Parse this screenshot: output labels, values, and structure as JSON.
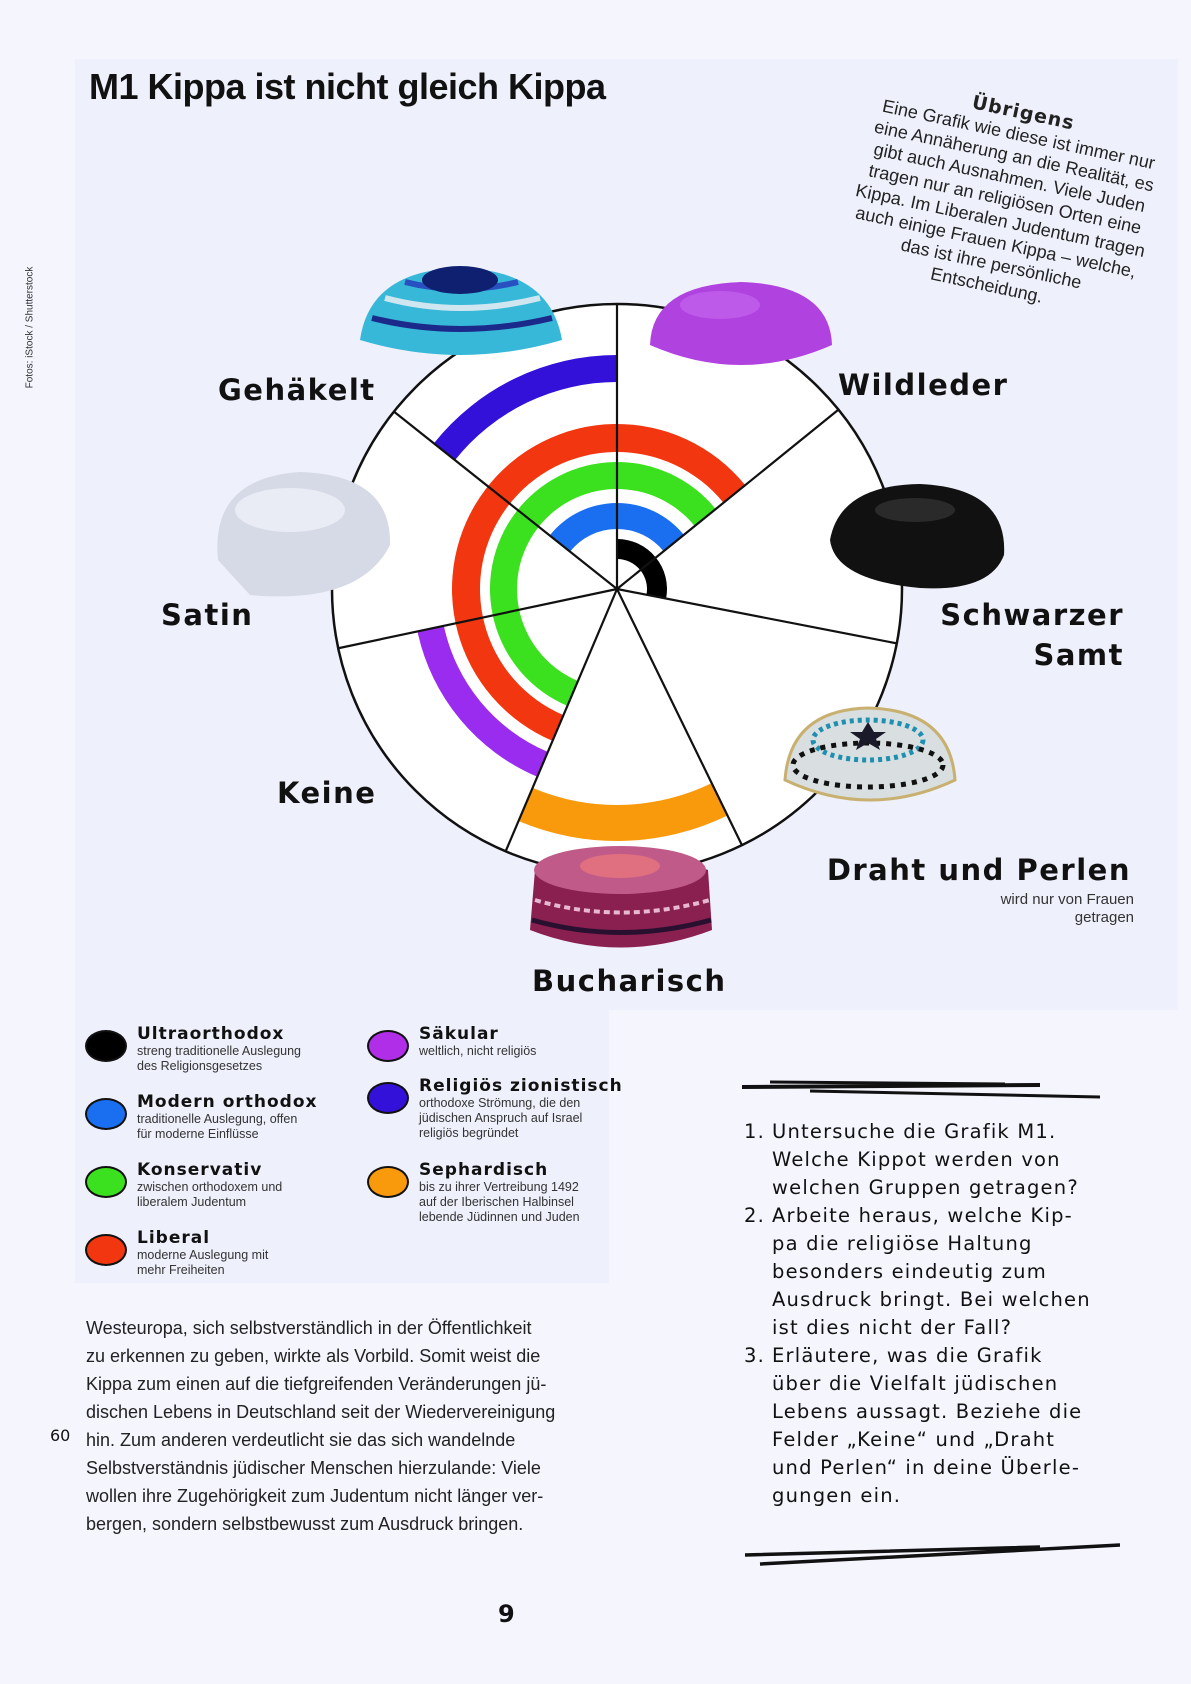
{
  "title": "M1 Kippa ist nicht gleich Kippa",
  "photo_credit": "Fotos: iStock / Shutterstock",
  "note": {
    "heading": "Übrigens",
    "text": "Eine Grafik wie diese ist immer nur eine Annäherung an die Realität, es gibt auch Ausnahmen. Viele Juden tragen nur an religiösen Orten eine Kippa. Im Liberalen Judentum tragen auch einige Frauen Kippa – welche, das ist ihre persönliche Entscheidung."
  },
  "kippa_types": {
    "gehaekelt": "Gehäkelt",
    "wildleder": "Wildleder",
    "satin": "Satin",
    "schwarzer_samt_1": "Schwarzer",
    "schwarzer_samt_2": "Samt",
    "keine": "Keine",
    "draht": "Draht und Perlen",
    "draht_sub_1": "wird nur von Frauen",
    "draht_sub_2": "getragen",
    "bucharisch": "Bucharisch"
  },
  "wheel": {
    "sectors": [
      "Schwarzer Samt",
      "Wildleder",
      "Gehäkelt",
      "Satin",
      "Keine",
      "Bucharisch",
      "Draht und Perlen"
    ],
    "rings": [
      {
        "group": "Ultraorthodox",
        "color": "#000000",
        "sectors": [
          "Schwarzer Samt",
          "Wildleder"
        ]
      },
      {
        "group": "Modern orthodox",
        "color": "#1a6ff0",
        "sectors": [
          "Wildleder",
          "Gehäkelt"
        ]
      },
      {
        "group": "Konservativ",
        "color": "#3be01e",
        "sectors": [
          "Wildleder",
          "Gehäkelt",
          "Satin",
          "Keine"
        ]
      },
      {
        "group": "Liberal",
        "color": "#f2360f",
        "sectors": [
          "Wildleder",
          "Gehäkelt",
          "Satin",
          "Keine"
        ]
      },
      {
        "group": "Säkular",
        "color": "#9a2cf0",
        "sectors": [
          "Keine"
        ]
      },
      {
        "group": "Religiös zionistisch",
        "color": "#3311d8",
        "sectors": [
          "Gehäkelt"
        ]
      },
      {
        "group": "Sephardisch",
        "color": "#f89a0c",
        "sectors": [
          "Bucharisch"
        ]
      }
    ]
  },
  "legend": [
    {
      "title": "Ultraorthodox",
      "desc": [
        "streng traditionelle Auslegung",
        "des Religionsgesetzes"
      ],
      "color": "#000000"
    },
    {
      "title": "Modern orthodox",
      "desc": [
        "traditionelle Auslegung, offen",
        "für moderne Einflüsse"
      ],
      "color": "#1a6ff0"
    },
    {
      "title": "Konservativ",
      "desc": [
        "zwischen orthodoxem und",
        "liberalem Judentum"
      ],
      "color": "#3be01e"
    },
    {
      "title": "Liberal",
      "desc": [
        "moderne Auslegung mit",
        "mehr Freiheiten"
      ],
      "color": "#f2360f"
    },
    {
      "title": "Säkular",
      "desc": [
        "weltlich, nicht religiös"
      ],
      "color": "#b02ee8"
    },
    {
      "title": "Religiös zionistisch",
      "desc": [
        "orthodoxe Strömung, die den",
        "jüdischen Anspruch auf Israel",
        "religiös begründet"
      ],
      "color": "#3311d8"
    },
    {
      "title": "Sephardisch",
      "desc": [
        "bis zu ihrer Vertreibung 1492",
        "auf der Iberischen Halbinsel",
        "lebende Jüdinnen und Juden"
      ],
      "color": "#f89a0c"
    }
  ],
  "body_lines": [
    "Westeuropa, sich selbstverständlich in der Öffentlichkeit",
    "zu erkennen zu geben, wirkte als Vorbild. Somit weist die",
    "Kippa zum einen auf die tiefgreifenden Veränderungen jü-",
    "dischen Lebens in Deutschland seit der Wiedervereinigung",
    "hin. Zum anderen verdeutlicht sie das sich wandelnde",
    "Selbstverständnis jüdischer Menschen hierzulande: Viele",
    "wollen ihre Zugehörigkeit zum Judentum nicht länger ver-",
    "bergen, sondern selbstbewusst zum Ausdruck bringen."
  ],
  "line_number": "60",
  "tasks": [
    {
      "num": "1.",
      "lines": [
        "Untersuche die Grafik M1.",
        "Welche Kippot werden von",
        "welchen Gruppen getragen?"
      ]
    },
    {
      "num": "2.",
      "lines": [
        "Arbeite heraus, welche Kip-",
        "pa die religiöse Haltung",
        "besonders eindeutig zum",
        "Ausdruck bringt. Bei welchen",
        "ist dies nicht der Fall?"
      ]
    },
    {
      "num": "3.",
      "lines": [
        "Erläutere, was die Grafik",
        "über die Vielfalt jüdischen",
        "Lebens aussagt. Beziehe die",
        "Felder „Keine“ und „Draht",
        "und Perlen“ in deine Überle-",
        "gungen ein."
      ]
    }
  ],
  "page_number": "9"
}
